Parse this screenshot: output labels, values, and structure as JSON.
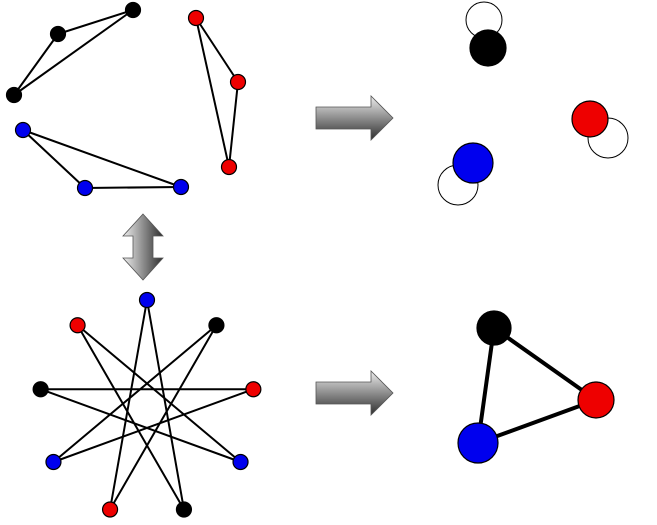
{
  "colors": {
    "black": "#000000",
    "red": "#ee0000",
    "blue": "#0000ee",
    "edge": "#000000",
    "arrow_light": "#ededed",
    "arrow_dark": "#2e2e2e",
    "ghost_fill": "#ffffff"
  },
  "icons": {
    "right_arrow": "right-arrow-icon",
    "updown_arrow": "up-down-arrow-icon"
  },
  "clusters": {
    "black": {
      "color": "black",
      "nodes": 3
    },
    "red": {
      "color": "red",
      "nodes": 3
    },
    "blue": {
      "color": "blue",
      "nodes": 3
    }
  },
  "quotient_graphs": {
    "top": {
      "nodes": [
        "black",
        "red",
        "blue"
      ],
      "edges": []
    },
    "bottom": {
      "nodes": [
        "black",
        "red",
        "blue"
      ],
      "edges": [
        [
          "black",
          "red"
        ],
        [
          "red",
          "blue"
        ],
        [
          "blue",
          "black"
        ]
      ]
    }
  },
  "star_graph": {
    "node_colors": [
      "blue",
      "black",
      "red",
      "blue",
      "black",
      "red",
      "blue",
      "black",
      "red"
    ],
    "step": 4
  }
}
